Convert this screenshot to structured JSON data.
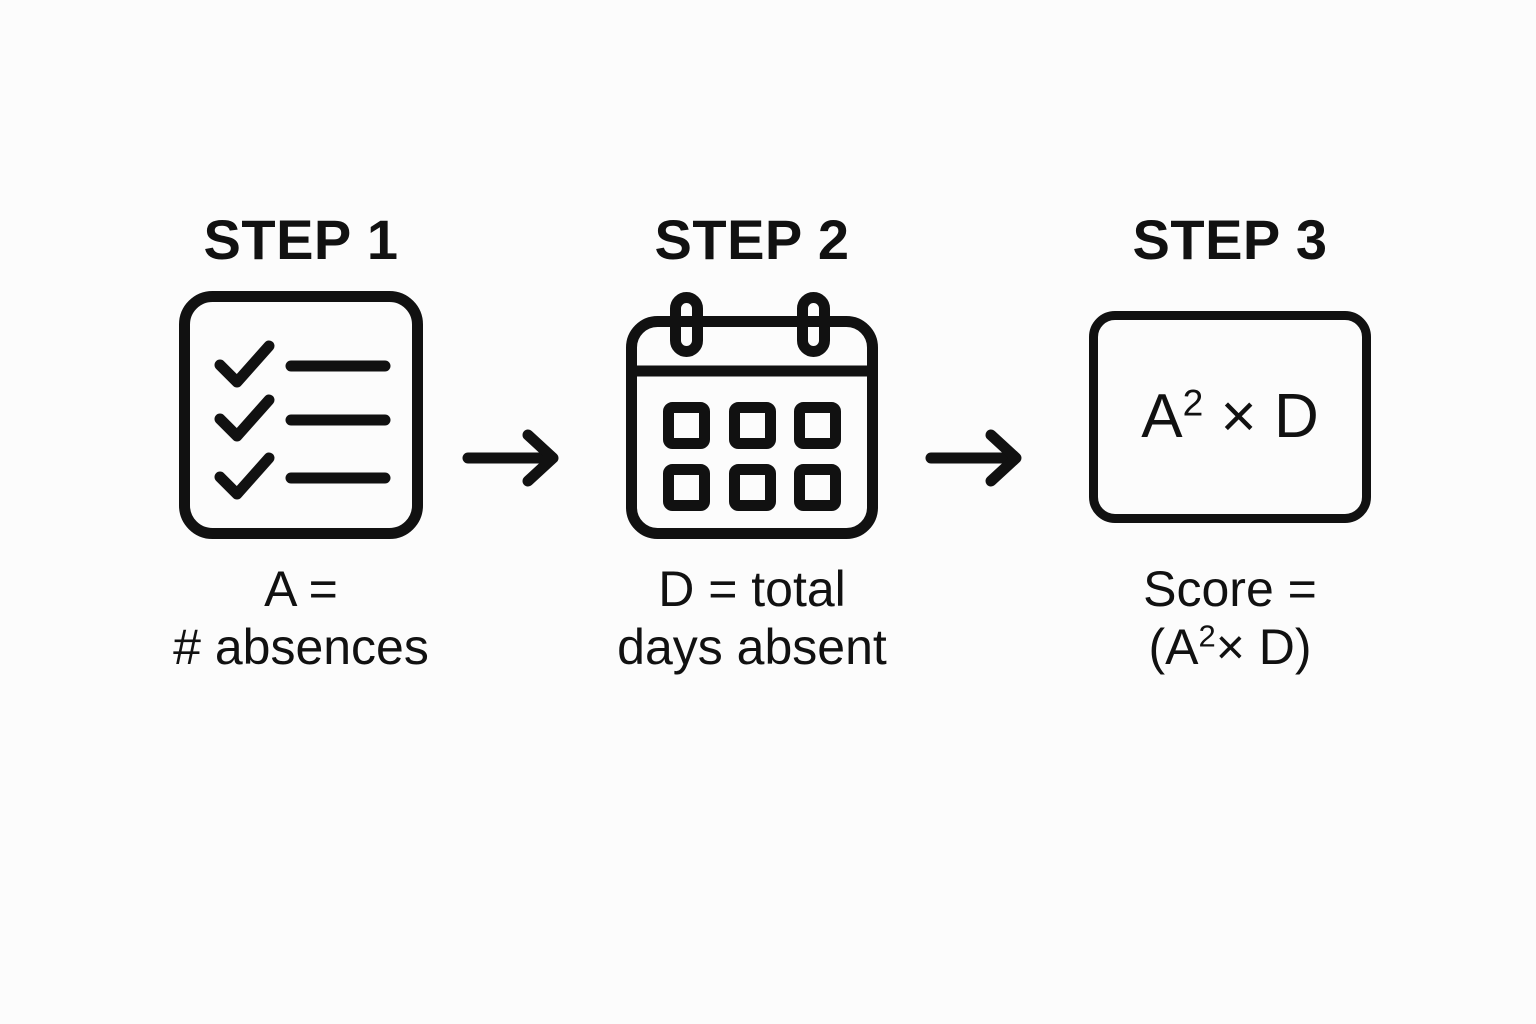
{
  "background_color": "#fcfcfc",
  "stroke_color": "#111111",
  "diagram": {
    "type": "process-flow",
    "orientation": "horizontal",
    "step_count": 3,
    "steps": [
      {
        "heading": "STEP 1",
        "icon_name": "checklist-icon",
        "icon_description": "rounded square containing three checkmarks each followed by a horizontal line",
        "caption_line_1": "A =",
        "caption_line_2": "# absences"
      },
      {
        "heading": "STEP 2",
        "icon_name": "calendar-icon",
        "icon_description": "calendar with two top rings, header bar and 3 by 2 grid of day squares",
        "caption_line_1": "D = total",
        "caption_line_2": "days absent"
      },
      {
        "heading": "STEP 3",
        "icon_name": "formula-box-icon",
        "icon_description": "rounded rectangle containing the formula A squared times D",
        "box_formula_base": "A",
        "box_formula_exponent": "2",
        "box_formula_operator": "×",
        "box_formula_operand": "D",
        "caption_line_1": "Score =",
        "caption_line_2_prefix": "(A",
        "caption_line_2_exponent": "2",
        "caption_line_2_suffix": "× D)"
      }
    ],
    "connectors": [
      {
        "name": "arrow-step1-to-step2",
        "glyph": "right-arrow"
      },
      {
        "name": "arrow-step2-to-step3",
        "glyph": "right-arrow"
      }
    ]
  }
}
